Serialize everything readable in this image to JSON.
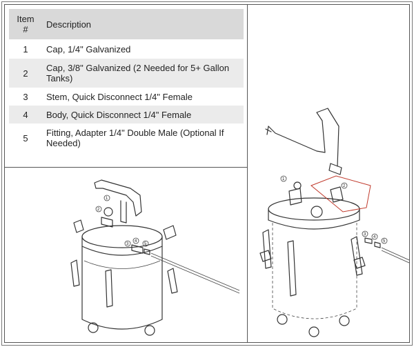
{
  "parts_table": {
    "header_item": "Item #",
    "header_desc": "Description",
    "rows": [
      {
        "num": "1",
        "desc": "Cap, 1/4\" Galvanized"
      },
      {
        "num": "2",
        "desc": "Cap, 3/8\" Galvanized (2 Needed for 5+ Gallon Tanks)"
      },
      {
        "num": "3",
        "desc": "Stem, Quick Disconnect 1/4\" Female"
      },
      {
        "num": "4",
        "desc": "Body, Quick Disconnect 1/4\" Female"
      },
      {
        "num": "5",
        "desc": "Fitting, Adapter 1/4\" Double Male (Optional If Needed)"
      }
    ]
  },
  "diagrams": {
    "left_callouts": [
      "1",
      "2",
      "3",
      "4",
      "5"
    ],
    "right_callouts": [
      "1",
      "2",
      "3",
      "4",
      "5"
    ]
  }
}
